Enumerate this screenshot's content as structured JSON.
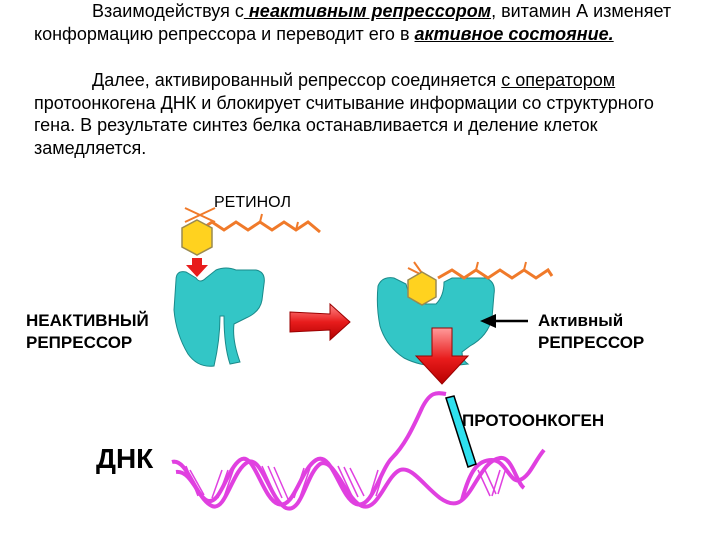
{
  "text": {
    "p1": {
      "s1": "Взаимодействуя с",
      "s2": " неактивным репрессором",
      "s3": ", витамин А изменяет конформацию репрессора и переводит его в ",
      "s4": "активное состояние.",
      "s5": ""
    },
    "p2": {
      "s1": "Далее, активированный репрессор соединяется ",
      "s2": "с оператором",
      "s3": " протоонкогена ДНК и  блокирует  считывание информации со структурного  гена. В результате синтез белка останавливается и деление клеток замедляется."
    }
  },
  "labels": {
    "retinol": "РЕТИНОЛ",
    "inactive_line1": "НЕАКТИВНЫЙ",
    "inactive_line2": "РЕПРЕССОР",
    "active_line1": "Активный",
    "active_line2": "РЕПРЕССОР",
    "protooncogene": "ПРОТООНКОГЕН",
    "dna": "ДНК"
  },
  "colors": {
    "repressor": "#33c6c6",
    "hexagon": "#ffd21f",
    "chain": "#f07a2a",
    "arrow": "#e81c1c",
    "dna": "#e040e0",
    "gene": "#2ee0ee"
  }
}
